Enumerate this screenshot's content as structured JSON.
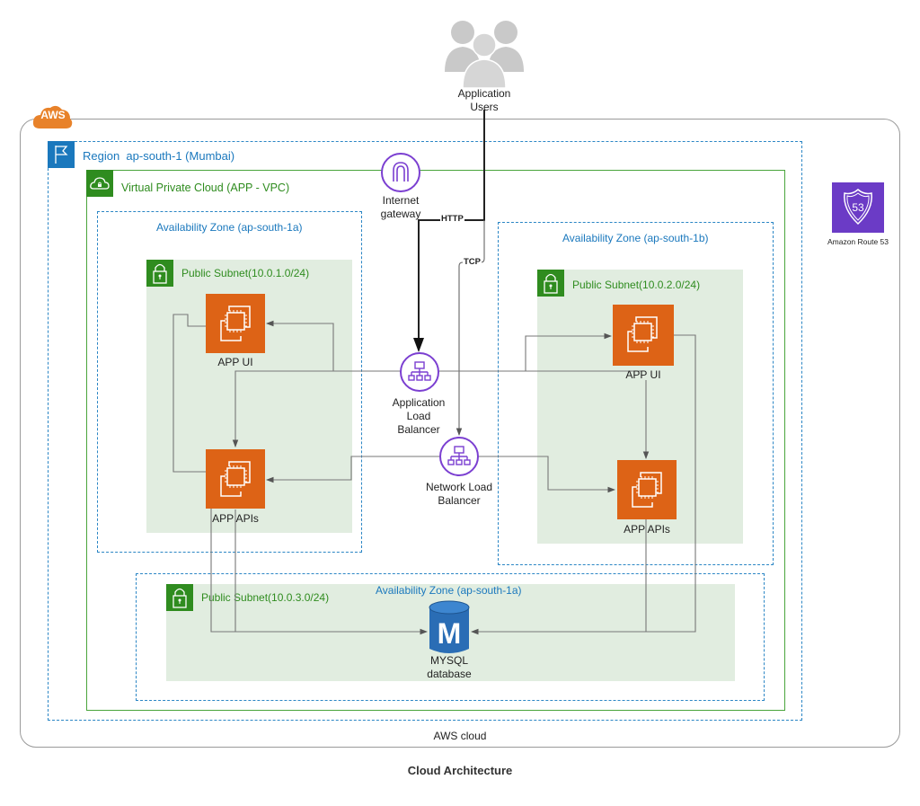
{
  "diagram": {
    "title": "Cloud Architecture",
    "aws_badge": "AWS",
    "aws_cloud_label": "AWS cloud",
    "users": {
      "label_line1": "Application",
      "label_line2": "Users",
      "icon": "users-icon"
    },
    "region": {
      "label": "Region  ap-south-1 (Mumbai)",
      "icon": "flag-icon"
    },
    "vpc": {
      "label": "Virtual Private Cloud (APP - VPC)",
      "icon": "cloud-lock-icon"
    },
    "internet_gateway": {
      "label_line1": "Internet",
      "label_line2": "gateway",
      "icon": "internet-gateway-icon"
    },
    "route53": {
      "label": "Amazon Route 53",
      "badge": "53",
      "icon": "route53-shield-icon"
    },
    "az_1a": {
      "label": "Availability Zone (ap-south-1a)",
      "subnet": "Public Subnet(10.0.1.0/24)",
      "ui": "APP UI",
      "apis": "APP APIs"
    },
    "az_1b": {
      "label": "Availability Zone (ap-south-1b)",
      "subnet": "Public Subnet(10.0.2.0/24)",
      "ui": "APP UI",
      "apis": "APP APIs"
    },
    "az_db": {
      "label": "Availability Zone (ap-south-1a)",
      "subnet": "Public Subnet(10.0.3.0/24)",
      "db_line1": "MYSQL",
      "db_line2": "database",
      "db_glyph": "M"
    },
    "alb": {
      "label_line1": "Application",
      "label_line2": "Load",
      "label_line3": "Balancer"
    },
    "nlb": {
      "label_line1": "Network Load",
      "label_line2": "Balancer"
    },
    "edges": {
      "http": "HTTP",
      "tcp": "TCP"
    },
    "colors": {
      "aws_orange": "#e8822a",
      "ec2_orange": "#dd6316",
      "region_blue": "#1a78bd",
      "vpc_green": "#2f8c1f",
      "subnet_bg": "#e1ede0",
      "lb_purple": "#7b3fd1",
      "route53_purple": "#6b3bc6",
      "db_blue": "#2a6db5"
    }
  }
}
